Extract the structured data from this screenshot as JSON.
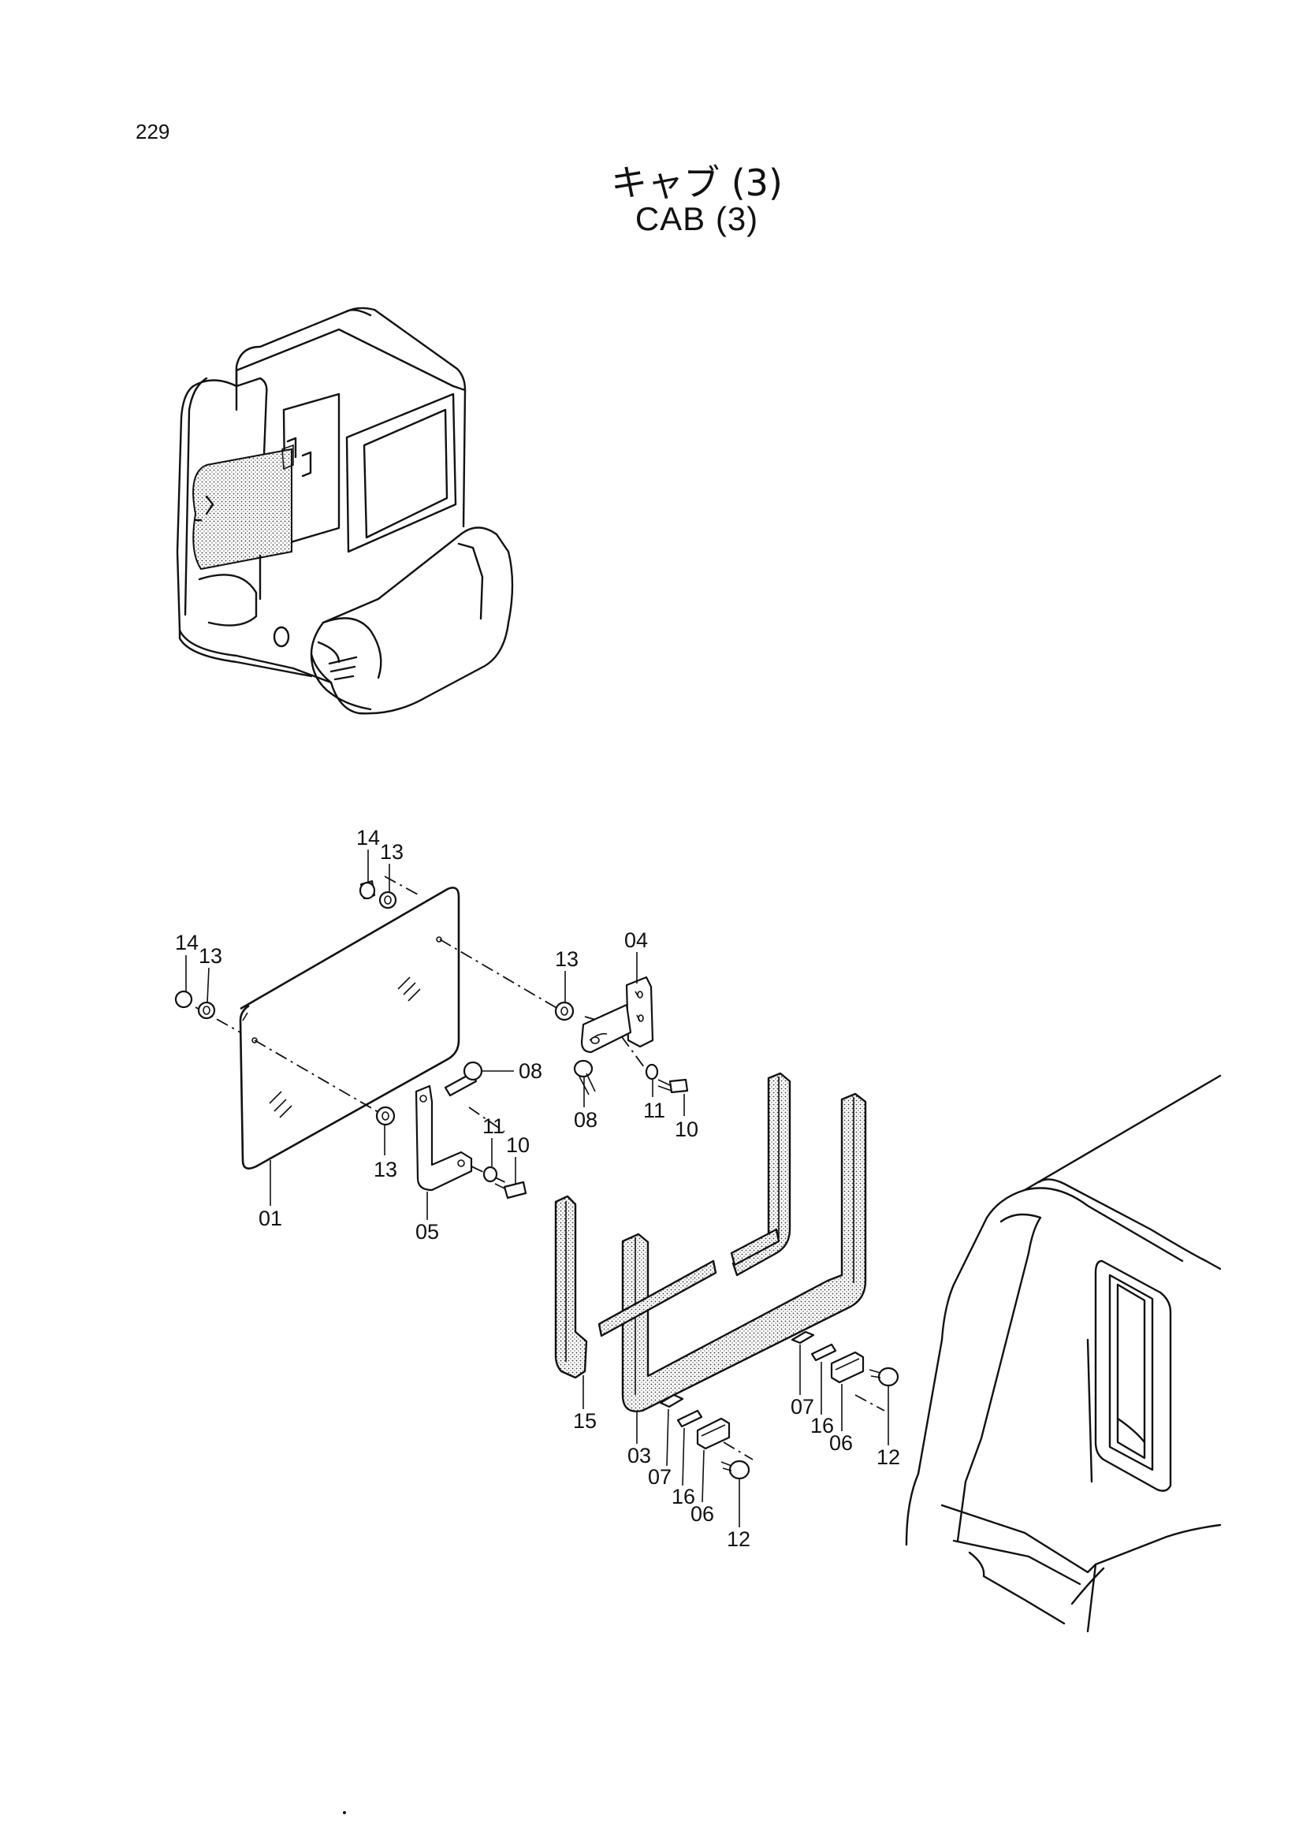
{
  "page": {
    "number": "229",
    "title_jp": "キャブ (3)",
    "title_en": "CAB (3)"
  },
  "callouts": {
    "c01": "01",
    "c03": "03",
    "c04": "04",
    "c05": "05",
    "c06a": "06",
    "c06b": "06",
    "c07a": "07",
    "c07b": "07",
    "c08a": "08",
    "c08b": "08",
    "c10a": "10",
    "c10b": "10",
    "c11a": "11",
    "c11b": "11",
    "c12a": "12",
    "c12b": "12",
    "c13a": "13",
    "c13b": "13",
    "c13c": "13",
    "c13d": "13",
    "c14a": "14",
    "c14b": "14",
    "c15": "15",
    "c16a": "16",
    "c16b": "16"
  }
}
